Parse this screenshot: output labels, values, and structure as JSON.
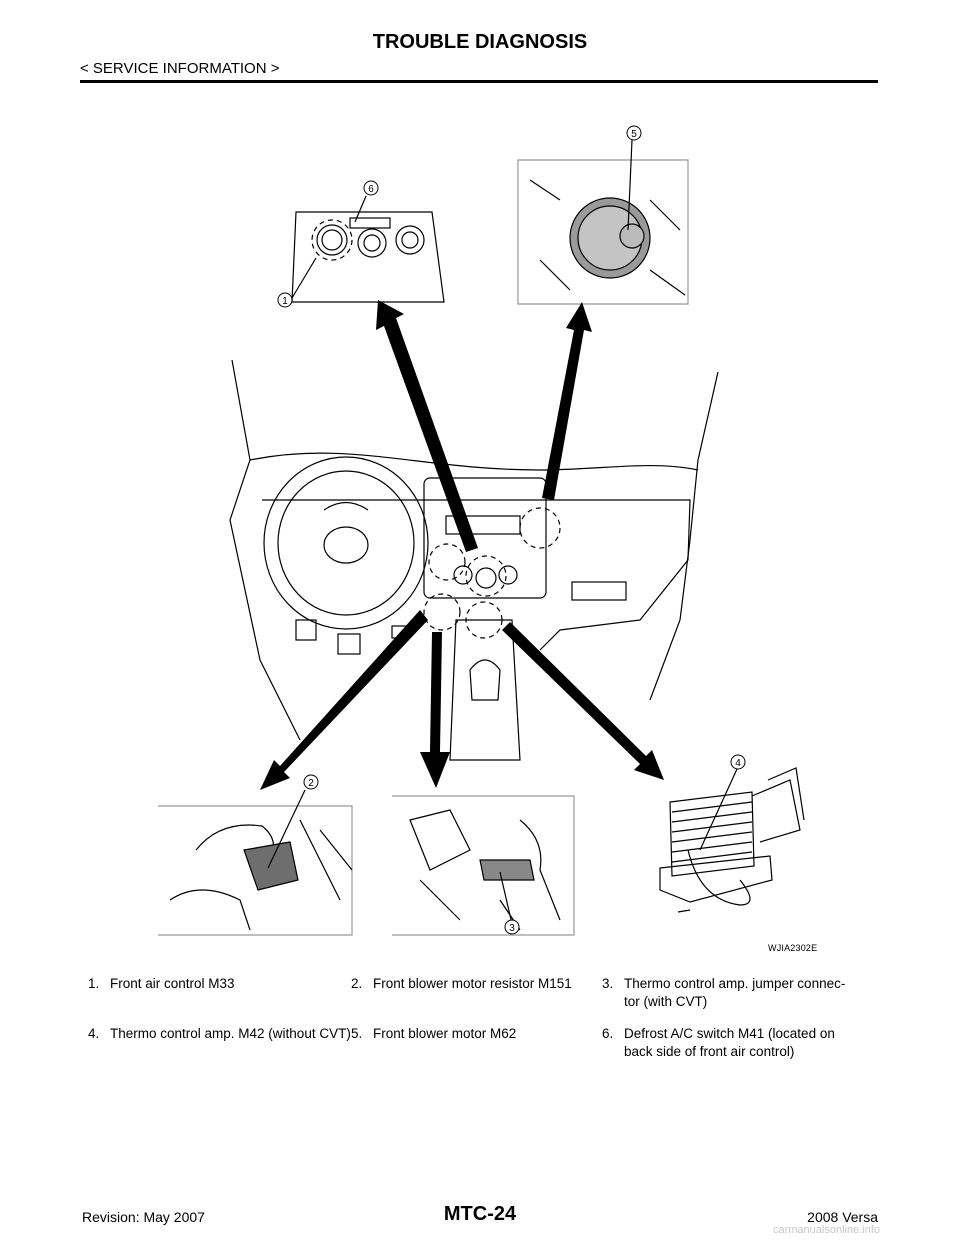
{
  "header": {
    "title": "TROUBLE DIAGNOSIS",
    "section": "< SERVICE INFORMATION >"
  },
  "figure": {
    "code": "WJIA2302E",
    "callouts": [
      "1",
      "2",
      "3",
      "4",
      "5",
      "6"
    ]
  },
  "legend": {
    "items": [
      {
        "num": "1.",
        "text": "Front air control M33"
      },
      {
        "num": "2.",
        "text": "Front blower motor resistor M151"
      },
      {
        "num": "3.",
        "text": "Thermo control amp. jumper connec-\ntor (with CVT)"
      },
      {
        "num": "4.",
        "text": "Thermo control amp. M42 (without CVT)"
      },
      {
        "num": "5.",
        "text": "Front blower motor M62"
      },
      {
        "num": "6.",
        "text": "Defrost A/C switch M41 (located on\nback side of front air control)"
      }
    ]
  },
  "footer": {
    "page": "MTC-24",
    "revision": "Revision: May 2007",
    "model": "2008 Versa",
    "watermark": "carmanualsonline.info"
  }
}
